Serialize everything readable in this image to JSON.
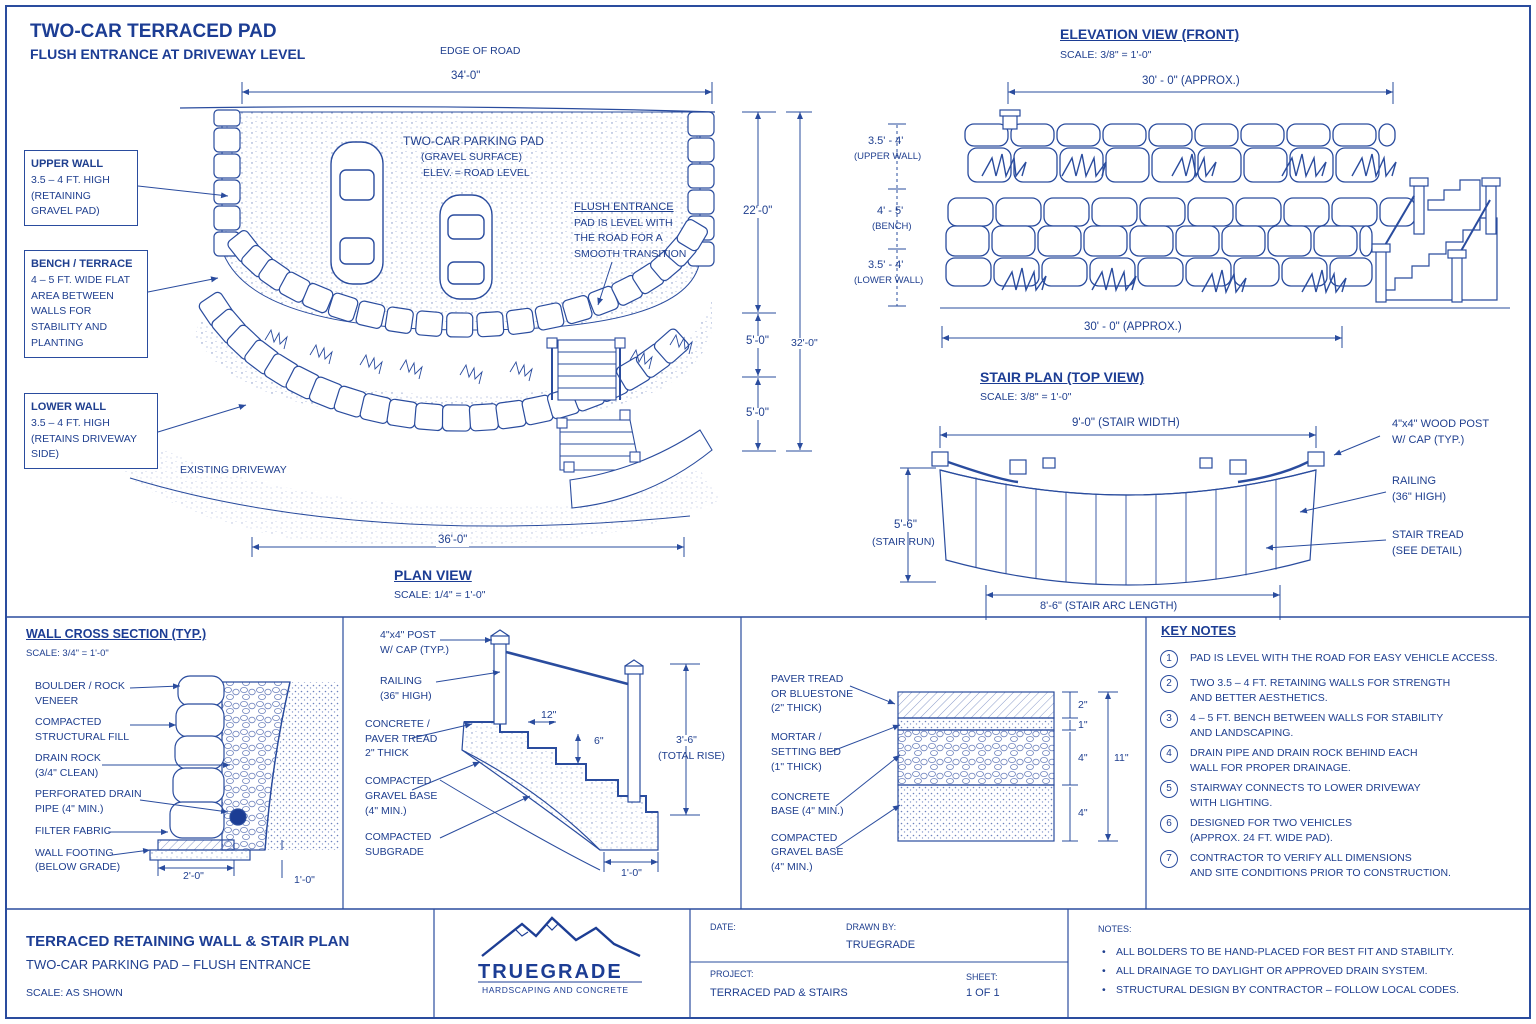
{
  "plan": {
    "title": "TWO-CAR TERRACED PAD",
    "subtitle": "FLUSH ENTRANCE AT DRIVEWAY LEVEL",
    "edge_of_road": "EDGE OF ROAD",
    "dim_top": "34'-0\"",
    "dim_bottom": "36'-0\"",
    "dim_22": "22'-0\"",
    "dim_5a": "5'-0\"",
    "dim_5b": "5'-0\"",
    "dim_32": "32'-0\"",
    "pad_title": "TWO-CAR PARKING PAD",
    "pad_line2": "(GRAVEL SURFACE)",
    "pad_line3": "ELEV. = ROAD LEVEL",
    "flush_title": "FLUSH ENTRANCE",
    "flush_line2": "PAD IS LEVEL WITH",
    "flush_line3": "THE ROAD FOR A",
    "flush_line4": "SMOOTH TRANSITION",
    "upper_wall_title": "UPPER WALL",
    "upper_wall_l2": "3.5 – 4 FT. HIGH",
    "upper_wall_l3": "(RETAINING",
    "upper_wall_l4": "GRAVEL PAD)",
    "bench_title": "BENCH / TERRACE",
    "bench_l2": "4 – 5 FT. WIDE FLAT",
    "bench_l3": "AREA BETWEEN",
    "bench_l4": "WALLS FOR",
    "bench_l5": "STABILITY AND",
    "bench_l6": "PLANTING",
    "lower_wall_title": "LOWER WALL",
    "lower_wall_l2": "3.5 – 4 FT. HIGH",
    "lower_wall_l3": "(RETAINS DRIVEWAY",
    "lower_wall_l4": "SIDE)",
    "existing_driveway": "EXISTING DRIVEWAY",
    "view_title": "PLAN VIEW",
    "view_scale": "SCALE: 1/4\" = 1'-0\""
  },
  "elevation": {
    "title": "ELEVATION VIEW (FRONT)",
    "scale": "SCALE: 3/8\" = 1'-0\"",
    "dim_top": "30' - 0\" (APPROX.)",
    "dim_bottom": "30' - 0\" (APPROX.)",
    "upper_h": "3.5' - 4'",
    "upper_lbl": "(UPPER WALL)",
    "bench_h": "4' - 5'",
    "bench_lbl": "(BENCH)",
    "lower_h": "3.5' - 4'",
    "lower_lbl": "(LOWER WALL)"
  },
  "stair_plan": {
    "title": "STAIR PLAN (TOP VIEW)",
    "scale": "SCALE: 3/8\" = 1'-0\"",
    "width": "9'-0\" (STAIR WIDTH)",
    "run_l1": "5'-6\"",
    "run_l2": "(STAIR RUN)",
    "arc": "8'-6\" (STAIR ARC LENGTH)",
    "post_l1": "4\"x4\" WOOD POST",
    "post_l2": "W/ CAP (TYP.)",
    "railing_l1": "RAILING",
    "railing_l2": "(36\" HIGH)",
    "tread_l1": "STAIR TREAD",
    "tread_l2": "(SEE DETAIL)"
  },
  "wall_section": {
    "title": "WALL CROSS SECTION (TYP.)",
    "scale": "SCALE: 3/4\" = 1'-0\"",
    "l1a": "BOULDER / ROCK",
    "l1b": "VENEER",
    "l2a": "COMPACTED",
    "l2b": "STRUCTURAL FILL",
    "l3a": "DRAIN ROCK",
    "l3b": "(3/4\" CLEAN)",
    "l4a": "PERFORATED DRAIN",
    "l4b": "PIPE (4\" MIN.)",
    "l5a": "FILTER FABRIC",
    "l6a": "WALL FOOTING",
    "l6b": "(BELOW GRADE)",
    "dim_w": "2'-0\"",
    "dim_d": "1'-0\""
  },
  "stair_section": {
    "post_a": "4\"x4\" POST",
    "post_b": "W/ CAP (TYP.)",
    "rail_a": "RAILING",
    "rail_b": "(36\" HIGH)",
    "tread_a": "CONCRETE /",
    "tread_b": "PAVER TREAD",
    "tread_c": "2\" THICK",
    "base_a": "COMPACTED",
    "base_b": "GRAVEL BASE",
    "base_c": "(4\" MIN.)",
    "sub_a": "COMPACTED",
    "sub_b": "SUBGRADE",
    "dim_12": "12\"",
    "dim_6": "6\"",
    "rise_a": "3'-6\"",
    "rise_b": "(TOTAL RISE)",
    "dim_1": "1'-0\""
  },
  "paver_detail": {
    "p1a": "PAVER TREAD",
    "p1b": "OR BLUESTONE",
    "p1c": "(2\" THICK)",
    "p2a": "MORTAR /",
    "p2b": "SETTING BED",
    "p2c": "(1\" THICK)",
    "p3a": "CONCRETE",
    "p3b": "BASE (4\" MIN.)",
    "p4a": "COMPACTED",
    "p4b": "GRAVEL BASE",
    "p4c": "(4\" MIN.)",
    "d2": "2\"",
    "d1": "1\"",
    "d4a": "4\"",
    "d4b": "4\"",
    "d11": "11\""
  },
  "key_notes": {
    "title": "KEY NOTES",
    "items": [
      {
        "n": "1",
        "a": "PAD IS LEVEL WITH THE ROAD FOR EASY VEHICLE ACCESS.",
        "b": ""
      },
      {
        "n": "2",
        "a": "TWO 3.5 – 4 FT. RETAINING WALLS FOR STRENGTH",
        "b": "AND BETTER AESTHETICS."
      },
      {
        "n": "3",
        "a": "4 – 5 FT. BENCH BETWEEN WALLS FOR STABILITY",
        "b": "AND LANDSCAPING."
      },
      {
        "n": "4",
        "a": "DRAIN PIPE AND DRAIN ROCK BEHIND EACH",
        "b": "WALL FOR PROPER DRAINAGE."
      },
      {
        "n": "5",
        "a": "STAIRWAY CONNECTS TO LOWER DRIVEWAY",
        "b": "WITH LIGHTING."
      },
      {
        "n": "6",
        "a": "DESIGNED FOR TWO VEHICLES",
        "b": "(APPROX. 24 FT. WIDE PAD)."
      },
      {
        "n": "7",
        "a": "CONTRACTOR TO VERIFY ALL DIMENSIONS",
        "b": "AND SITE CONDITIONS PRIOR TO CONSTRUCTION."
      }
    ]
  },
  "title_block": {
    "title": "TERRACED RETAINING WALL & STAIR PLAN",
    "subtitle": "TWO-CAR PARKING PAD – FLUSH ENTRANCE",
    "scale": "SCALE: AS SHOWN",
    "brand": "TRUEGRADE",
    "brand_sub": "HARDSCAPING AND CONCRETE",
    "date_label": "DATE:",
    "drawn_label": "DRAWN BY:",
    "drawn_value": "TRUEGRADE",
    "project_label": "PROJECT:",
    "project_value": "TERRACED PAD & STAIRS",
    "sheet_label": "SHEET:",
    "sheet_value": "1 OF 1",
    "notes_label": "NOTES:",
    "notes": [
      "ALL BOLDERS TO BE HAND-PLACED FOR BEST FIT AND STABILITY.",
      "ALL DRAINAGE TO DAYLIGHT OR APPROVED DRAIN SYSTEM.",
      "STRUCTURAL DESIGN BY CONTRACTOR – FOLLOW LOCAL CODES."
    ]
  },
  "colors": {
    "ink": "#1f3f8f",
    "line": "#2a4c9e",
    "paper": "#ffffff"
  }
}
